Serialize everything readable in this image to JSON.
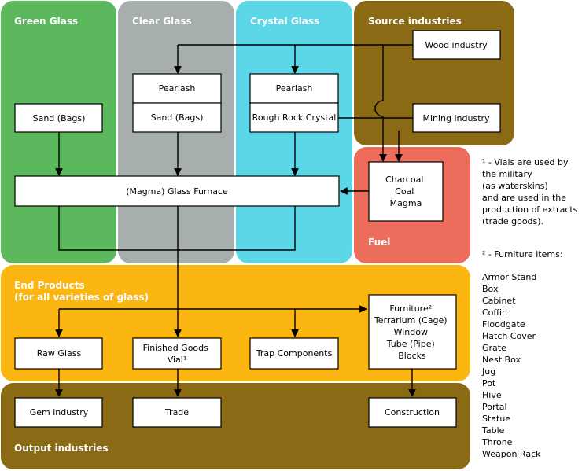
{
  "panels": {
    "green_glass": "Green Glass",
    "clear_glass": "Clear Glass",
    "crystal_glass": "Crystal Glass",
    "source_industries": "Source industries",
    "fuel": "Fuel",
    "end_products": [
      "End Products",
      "(for all varieties of glass)"
    ],
    "output_industries": "Output industries"
  },
  "boxes": {
    "wood_industry": "Wood industry",
    "mining_industry": "Mining industry",
    "sand_bags_green": "Sand (Bags)",
    "pearlash_clear": "Pearlash",
    "sand_bags_clear": "Sand (Bags)",
    "pearlash_crystal": "Pearlash",
    "rough_rock_crystal": "Rough Rock Crystal",
    "fuel_items": [
      "Charcoal",
      "Coal",
      "Magma"
    ],
    "glass_furnace": "(Magma) Glass Furnace",
    "raw_glass": "Raw Glass",
    "finished_goods": [
      "Finished Goods",
      "Vial¹"
    ],
    "trap_components": "Trap Components",
    "furniture_group": [
      "Furniture²",
      "Terrarium (Cage)",
      "Window",
      "Tube (Pipe)",
      "Blocks"
    ],
    "gem_industry": "Gem industry",
    "trade": "Trade",
    "construction": "Construction"
  },
  "notes": {
    "vials_note": [
      "¹ - Vials are used by",
      "the military",
      "(as waterskins)",
      "and are used in the",
      "production of extracts",
      "(trade goods)."
    ],
    "furniture_note_title": "² - Furniture items:",
    "furniture_items": [
      "Armor Stand",
      "Box",
      "Cabinet",
      "Coffin",
      "Floodgate",
      "Hatch Cover",
      "Grate",
      "Nest Box",
      "Jug",
      "Pot",
      "Hive",
      "Portal",
      "Statue",
      "Table",
      "Throne",
      "Weapon Rack"
    ]
  },
  "colors": {
    "green": "#5cb85c",
    "clear": "#a7aeae",
    "crystal": "#5bd7e8",
    "source": "#8a6a14",
    "fuel": "#ec6d5c",
    "end_products": "#fbb612",
    "output": "#8a6a14"
  }
}
